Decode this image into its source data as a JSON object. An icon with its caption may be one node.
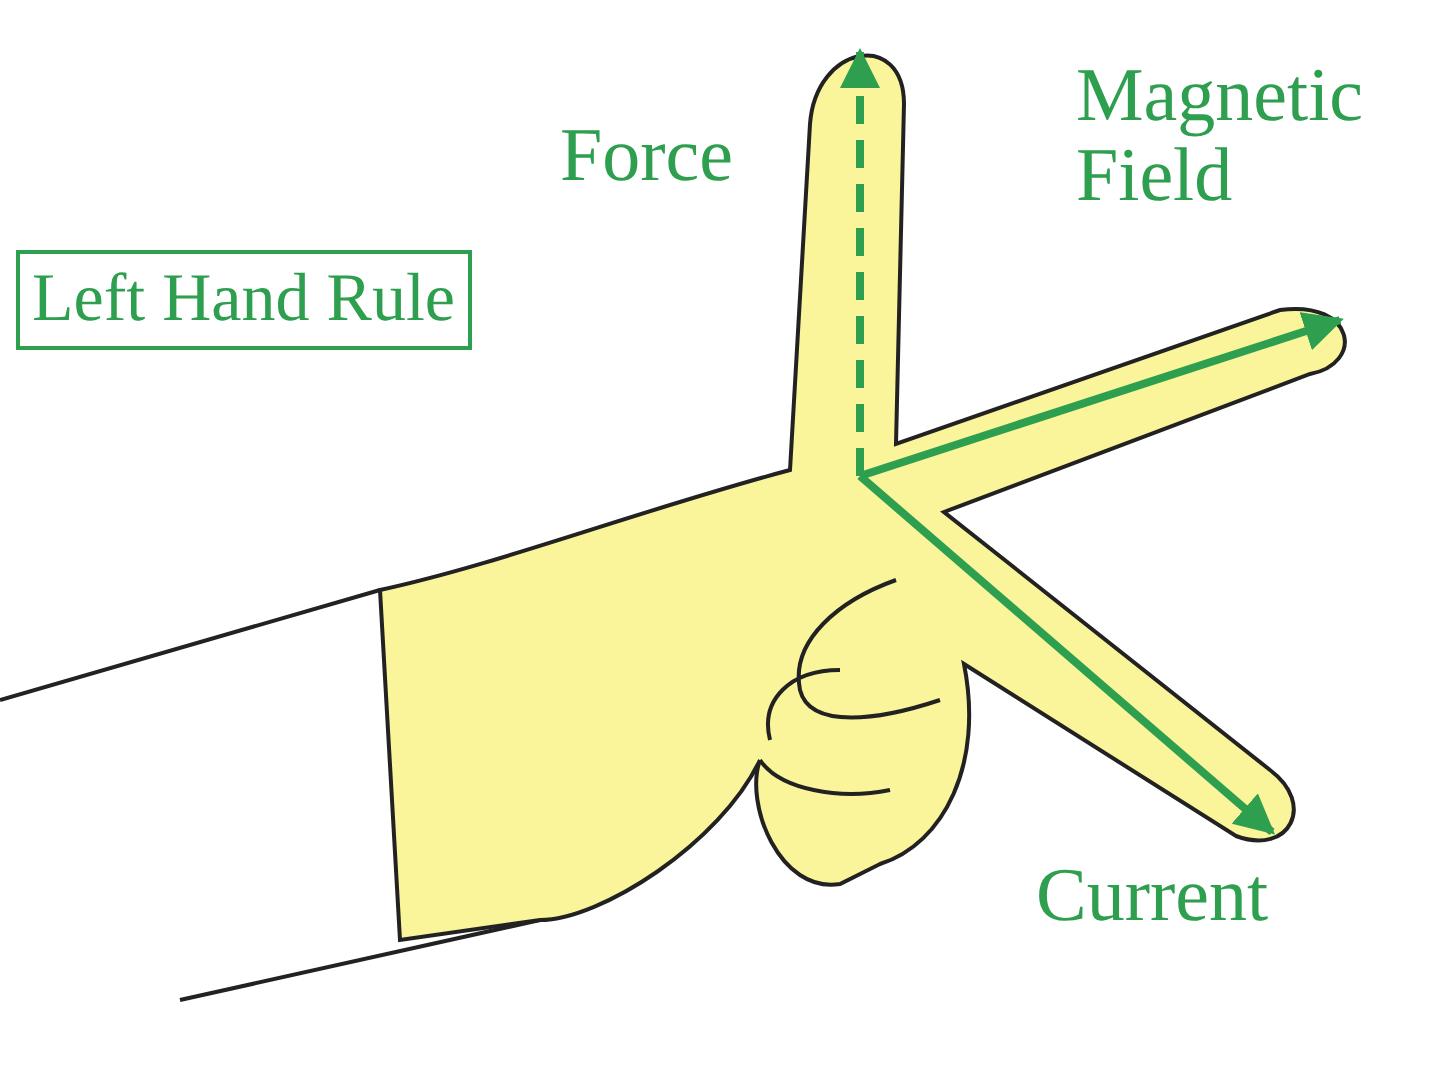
{
  "diagram": {
    "nodes": [
      {
        "text": [
          "Left Hand Rule"
        ]
      }
    ],
    "labels": [
      "Force",
      "Magnetic Field",
      "Current"
    ]
  }
}
